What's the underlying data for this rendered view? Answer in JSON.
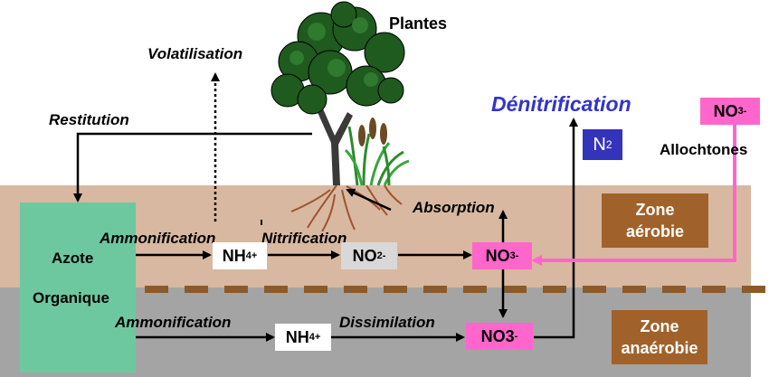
{
  "labels": {
    "plantes": "Plantes",
    "volatilisation": "Volatilisation",
    "restitution": "Restitution",
    "denitrification": "Dénitrification",
    "allochtones": "Allochtones",
    "absorption": "Absorption",
    "ammonification_top": "Ammonification",
    "nitrification": "Nitrification",
    "ammonification_bottom": "Ammonification",
    "dissimilation": "Dissimilation",
    "azote": "Azote",
    "organique": "Organique"
  },
  "species": {
    "nh4_top": {
      "base": "NH",
      "sub": "4",
      "sup": "+"
    },
    "no2": {
      "base": "NO",
      "sub": "2",
      "sup": "-"
    },
    "no3_aerobic": {
      "base": "NO",
      "sub": "3",
      "sup": "-"
    },
    "no3_anaerobic": {
      "text": "NO3",
      "sup": "-"
    },
    "nh4_bottom": {
      "base": "NH",
      "sub": "4",
      "sup": "+"
    },
    "n2": {
      "base": "N",
      "sub": "2"
    },
    "no3_allochthonous": {
      "base": "NO",
      "sub": "3",
      "sup": "-"
    }
  },
  "zones": {
    "aerobic": {
      "line1": "Zone",
      "line2": "aérobie"
    },
    "anaerobic": {
      "line1": "Zone",
      "line2": "anaérobie"
    }
  },
  "colors": {
    "aerobic_soil": "#d8b8a0",
    "anaerobic_soil": "#a4a4a4",
    "zone_box": "#a0622a",
    "organic_box": "#6dc8a0",
    "magenta": "#ff66cc",
    "n2_box": "#3333bb",
    "denitrification_text": "#3333cc",
    "no2_box": "#d8d8d8",
    "dashed_line": "#8b5a2b",
    "arrow": "#000000"
  }
}
